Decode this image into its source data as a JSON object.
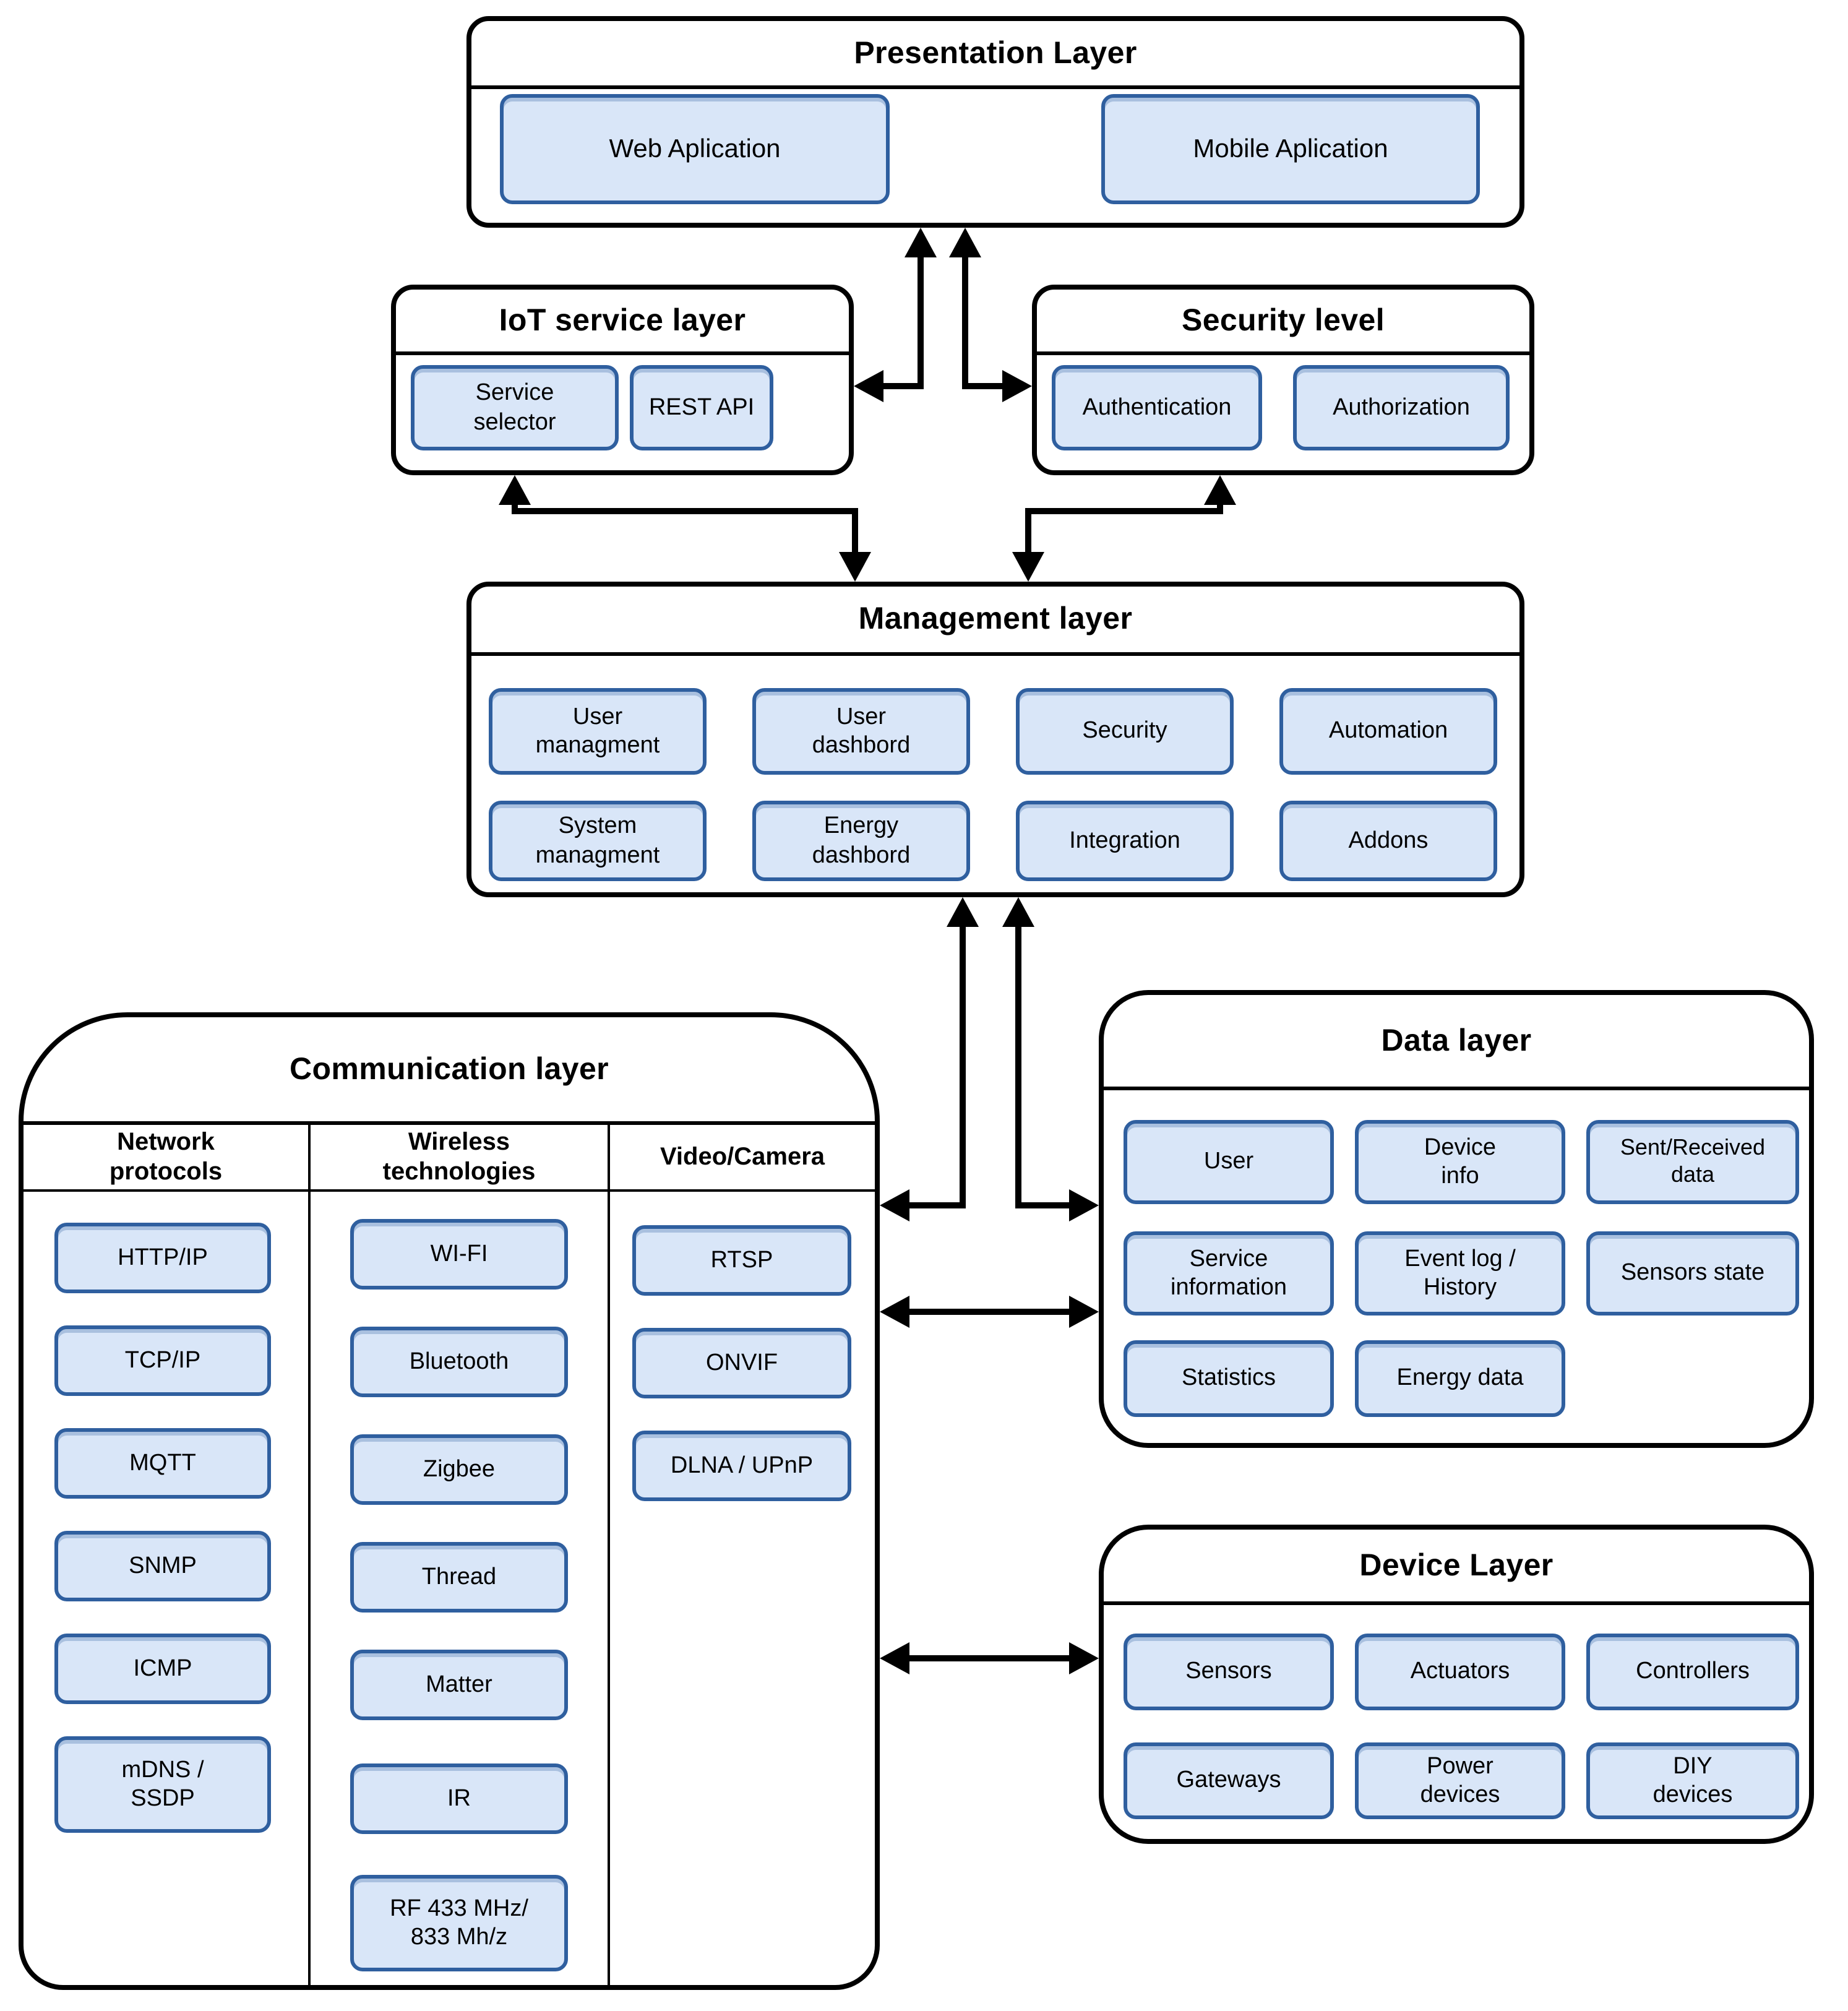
{
  "colors": {
    "item_fill": "#d9e6f8",
    "item_border": "#2f5f9f",
    "outline": "#000000"
  },
  "layers": {
    "presentation": {
      "title": "Presentation Layer",
      "items": [
        "Web Aplication",
        "Mobile Aplication"
      ]
    },
    "iot_service": {
      "title": "IoT service layer",
      "items": [
        "Service\nselector",
        "REST API"
      ]
    },
    "security": {
      "title": "Security level",
      "items": [
        "Authentication",
        "Authorization"
      ]
    },
    "management": {
      "title": "Management layer",
      "items": [
        "User\nmanagment",
        "User\ndashbord",
        "Security",
        "Automation",
        "System\nmanagment",
        "Energy\ndashbord",
        "Integration",
        "Addons"
      ]
    },
    "communication": {
      "title": "Communication layer",
      "columns": [
        {
          "header": "Network\nprotocols",
          "items": [
            "HTTP/IP",
            "TCP/IP",
            "MQTT",
            "SNMP",
            "ICMP",
            "mDNS /\nSSDP"
          ]
        },
        {
          "header": "Wireless\ntechnologies",
          "items": [
            "WI-FI",
            "Bluetooth",
            "Zigbee",
            "Thread",
            "Matter",
            "IR",
            "RF 433 MHz/\n833 Mh/z"
          ]
        },
        {
          "header": "Video/Camera",
          "items": [
            "RTSP",
            "ONVIF",
            "DLNA / UPnP"
          ]
        }
      ]
    },
    "data": {
      "title": "Data layer",
      "items": [
        "User",
        "Device\ninfo",
        "Sent/Received\ndata",
        "Service\ninformation",
        "Event log /\nHistory",
        "Sensors state",
        "Statistics",
        "Energy data"
      ]
    },
    "device": {
      "title": "Device Layer",
      "items": [
        "Sensors",
        "Actuators",
        "Controllers",
        "Gateways",
        "Power\ndevices",
        "DIY\ndevices"
      ]
    }
  }
}
